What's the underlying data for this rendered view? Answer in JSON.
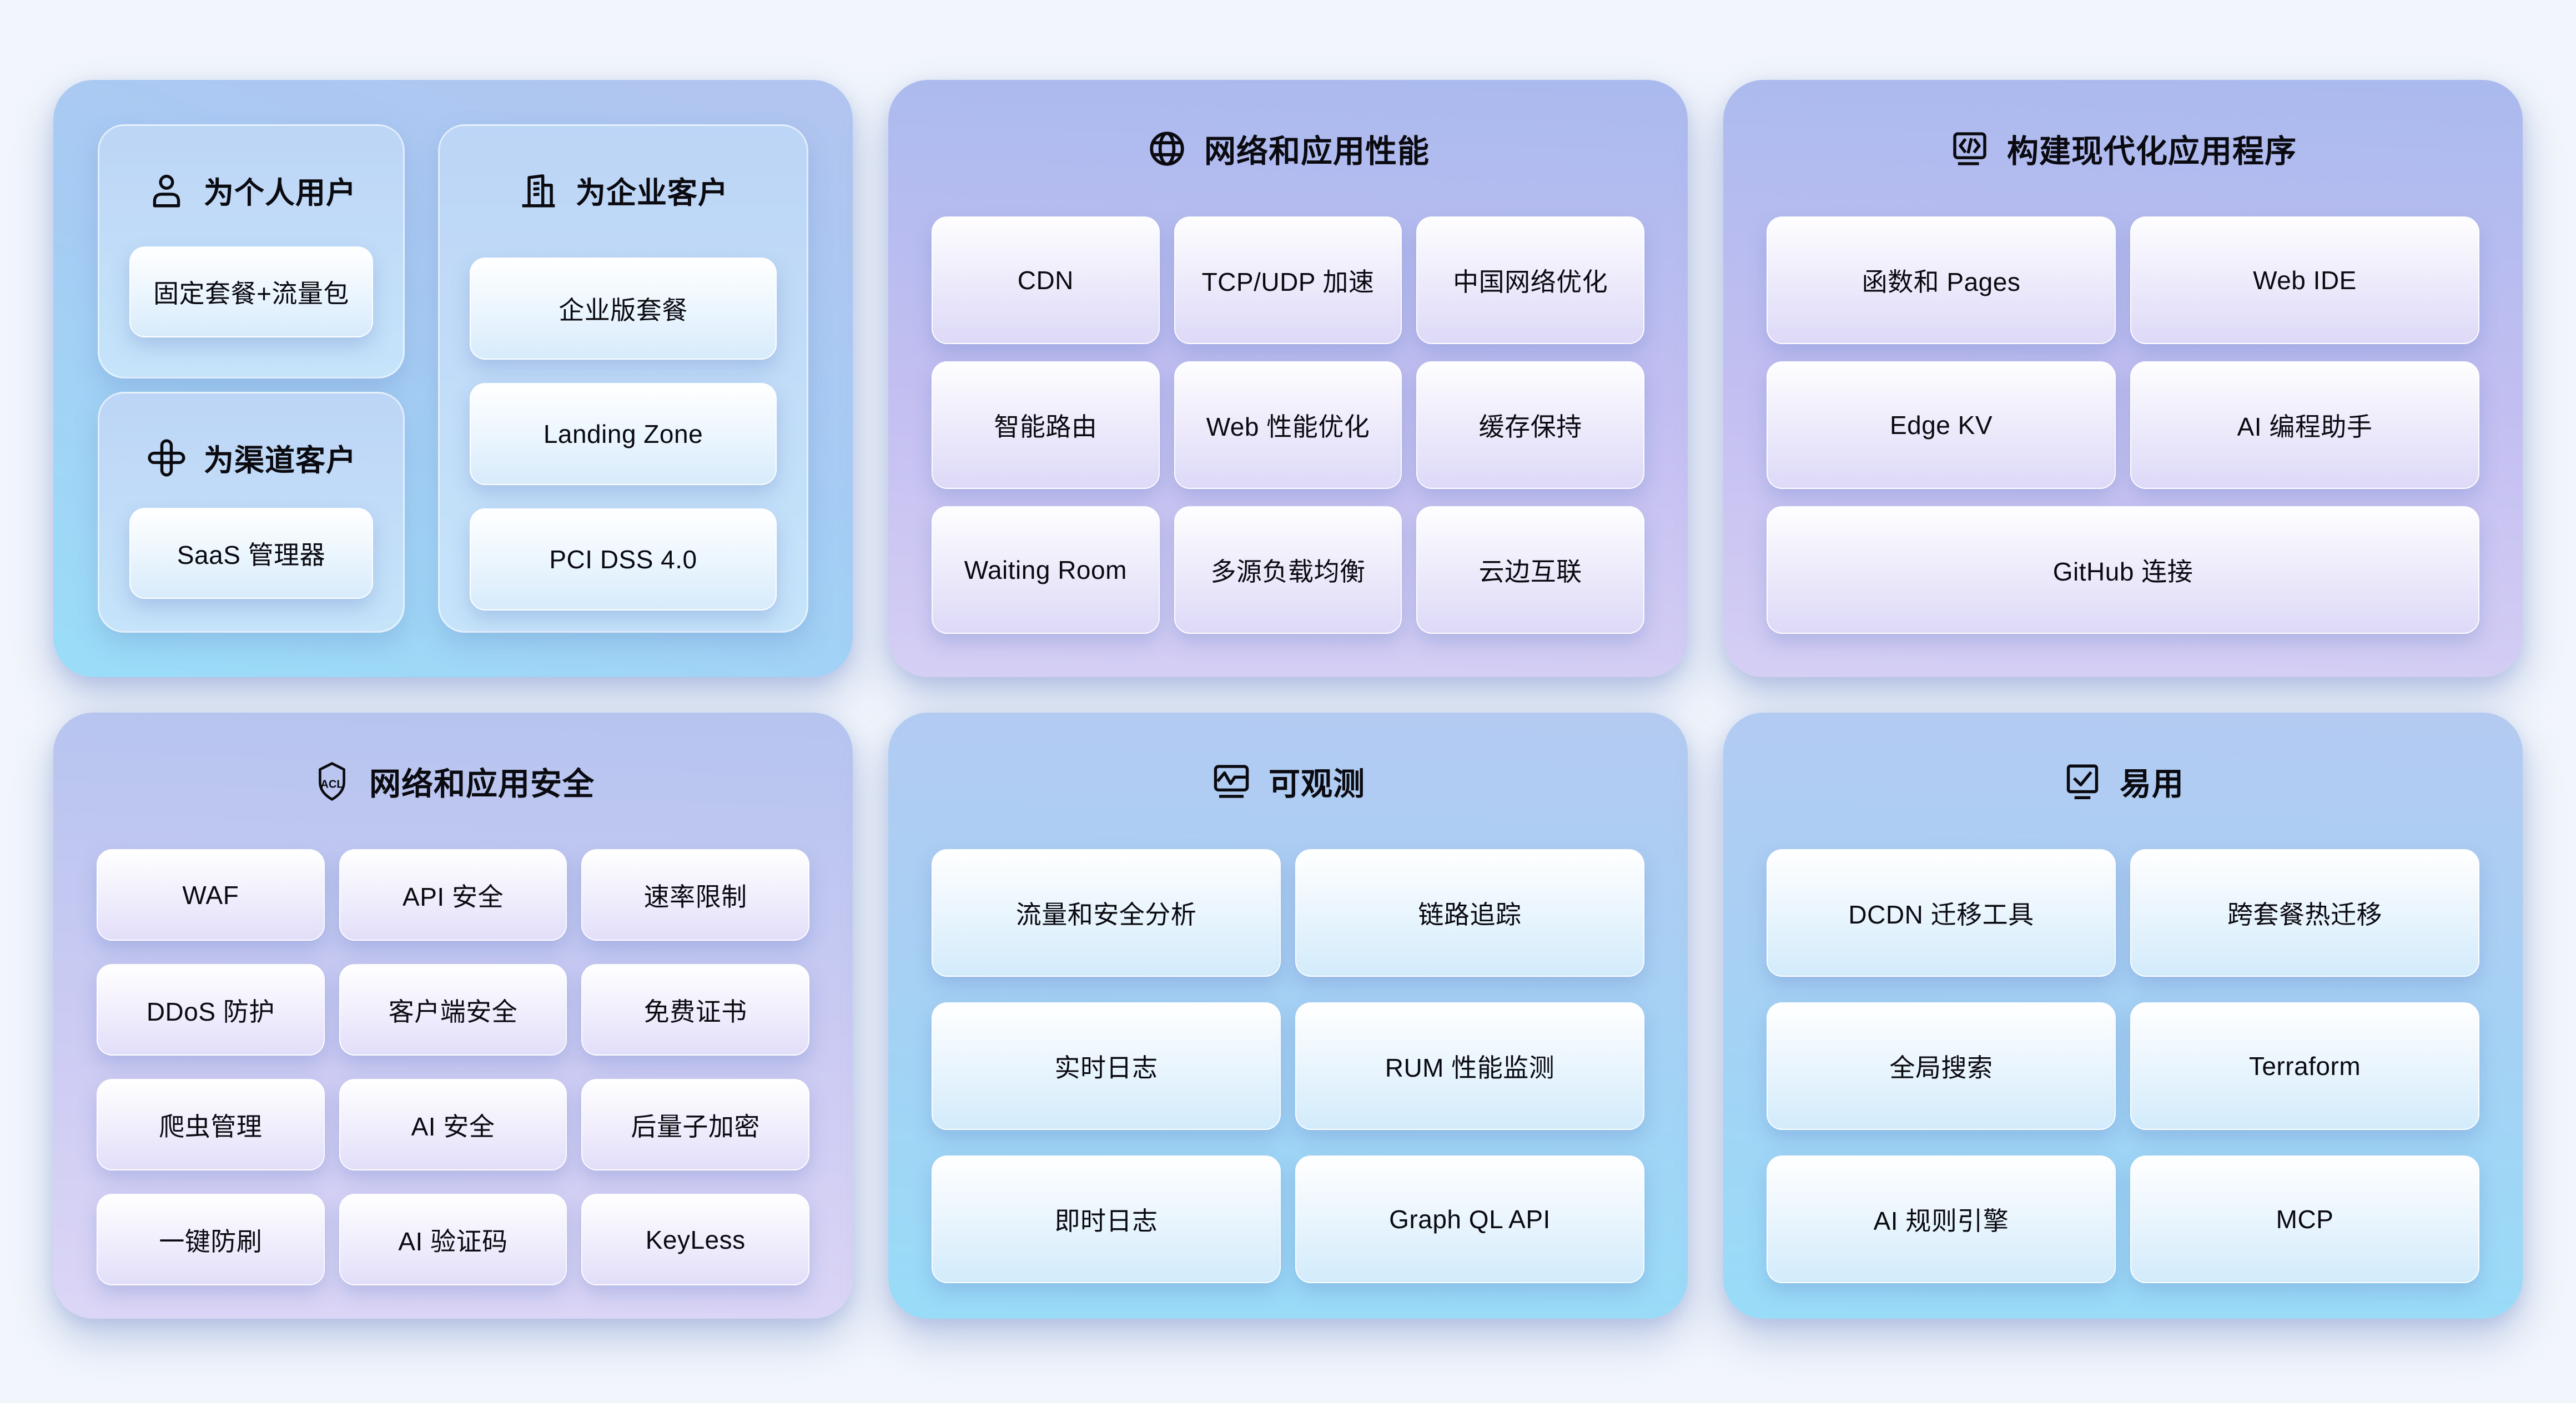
{
  "colors": {
    "page_bg": "#f2f6fc",
    "panel_blue_top": "#b1c5f0",
    "panel_blue_bottom": "#9bdcf8",
    "panel_lavender_top": "#aabaee",
    "panel_lavender_bottom": "#d5cff4",
    "panel_lavender_light_top": "#b5c4ef",
    "panel_lavender_light_bottom": "#dcd6f6",
    "panel_cyan_top": "#b4caf1",
    "panel_cyan_bottom": "#99dcf8",
    "card_text": "#0a0a10"
  },
  "panels": [
    {
      "id": "audience",
      "variant": "blue",
      "subpanels": [
        {
          "icon": "person-icon",
          "title": "为个人用户",
          "cards": [
            "固定套餐+流量包"
          ]
        },
        {
          "icon": "channel-icon",
          "title": "为渠道客户",
          "cards": [
            "SaaS 管理器"
          ]
        },
        {
          "icon": "building-icon",
          "title": "为企业客户",
          "cards": [
            "企业版套餐",
            "Landing Zone",
            "PCI DSS 4.0"
          ]
        }
      ]
    },
    {
      "id": "network-performance",
      "variant": "lavender",
      "icon": "globe-icon",
      "title": "网络和应用性能",
      "columns": 3,
      "cards": [
        "CDN",
        "TCP/UDP 加速",
        "中国网络优化",
        "智能路由",
        "Web 性能优化",
        "缓存保持",
        "Waiting Room",
        "多源负载均衡",
        "云边互联"
      ]
    },
    {
      "id": "build-modern-apps",
      "variant": "lavender",
      "icon": "code-window-icon",
      "title": "构建现代化应用程序",
      "columns": 2,
      "full_width_last": true,
      "cards": [
        "函数和 Pages",
        "Web IDE",
        "Edge KV",
        "AI 编程助手",
        "GitHub 连接"
      ]
    },
    {
      "id": "network-security",
      "variant": "lavender-light",
      "icon": "acl-shield-icon",
      "title": "网络和应用安全",
      "columns": 3,
      "cards": [
        "WAF",
        "API 安全",
        "速率限制",
        "DDoS 防护",
        "客户端安全",
        "免费证书",
        "爬虫管理",
        "AI 安全",
        "后量子加密",
        "一键防刷",
        "AI 验证码",
        "KeyLess"
      ]
    },
    {
      "id": "observability",
      "variant": "cyan",
      "icon": "pulse-monitor-icon",
      "title": "可观测",
      "columns": 2,
      "cards": [
        "流量和安全分析",
        "链路追踪",
        "实时日志",
        "RUM 性能监测",
        "即时日志",
        "Graph QL API"
      ]
    },
    {
      "id": "ease-of-use",
      "variant": "cyan",
      "icon": "check-monitor-icon",
      "title": "易用",
      "columns": 2,
      "cards": [
        "DCDN 迁移工具",
        "跨套餐热迁移",
        "全局搜索",
        "Terraform",
        "AI 规则引擎",
        "MCP"
      ]
    }
  ],
  "icon_shield_label": "ACL"
}
